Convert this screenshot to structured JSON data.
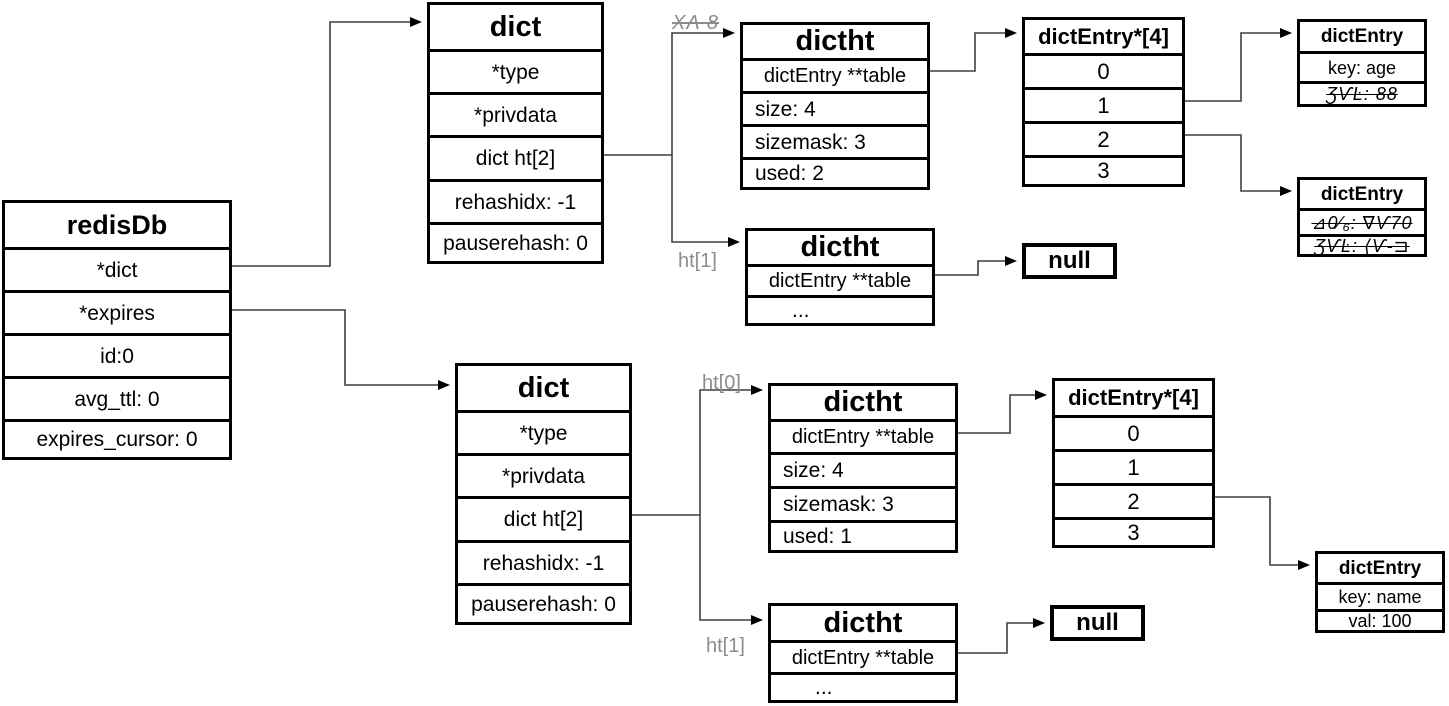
{
  "diagram": {
    "redisdb": {
      "title": "redisDb",
      "rows": [
        "*dict",
        "*expires",
        "id:0",
        "avg_ttl: 0",
        "expires_cursor: 0"
      ]
    },
    "dict_top": {
      "title": "dict",
      "rows": [
        "*type",
        "*privdata",
        "dict ht[2]",
        "rehashidx: -1",
        "pauserehash: 0"
      ]
    },
    "dict_bottom": {
      "title": "dict",
      "rows": [
        "*type",
        "*privdata",
        "dict ht[2]",
        "rehashidx: -1",
        "pauserehash: 0"
      ]
    },
    "dictht_top0": {
      "title": "dictht",
      "rows": [
        "dictEntry **table",
        "size: 4",
        "sizemask: 3",
        "used: 2"
      ]
    },
    "dictht_top1": {
      "title": "dictht",
      "rows": [
        "dictEntry **table",
        "..."
      ]
    },
    "dictht_bottom0": {
      "title": "dictht",
      "rows": [
        "dictEntry **table",
        "size: 4",
        "sizemask: 3",
        "used: 1"
      ]
    },
    "dictht_bottom1": {
      "title": "dictht",
      "rows": [
        "dictEntry **table",
        "..."
      ]
    },
    "array_top": {
      "title": "dictEntry*[4]",
      "rows": [
        "0",
        "1",
        "2",
        "3"
      ]
    },
    "array_bottom": {
      "title": "dictEntry*[4]",
      "rows": [
        "0",
        "1",
        "2",
        "3"
      ]
    },
    "entry_age": {
      "title": "dictEntry",
      "rows": [
        "key: age",
        "ƷѴĿ: 88"
      ]
    },
    "entry_glitch": {
      "title": "dictEntry",
      "rows": [
        "⊿0⁄₆: ∇Ѵ70",
        "ƷѴĿ: ⟨Ѵ-⊐"
      ]
    },
    "entry_name": {
      "title": "dictEntry",
      "rows": [
        "key: name",
        "val: 100"
      ]
    },
    "null_top": {
      "label": "null"
    },
    "null_bottom": {
      "label": "null"
    },
    "labels": {
      "ht0_top": "ΧΛ 8",
      "ht1_top": "ht[1]",
      "ht0_bottom": "ht[0]",
      "ht1_bottom": "ht[1]"
    }
  },
  "colors": {
    "border": "#000000",
    "line": "#3f3f3f",
    "label_gray": "#8c8c8c",
    "background": "#ffffff"
  }
}
